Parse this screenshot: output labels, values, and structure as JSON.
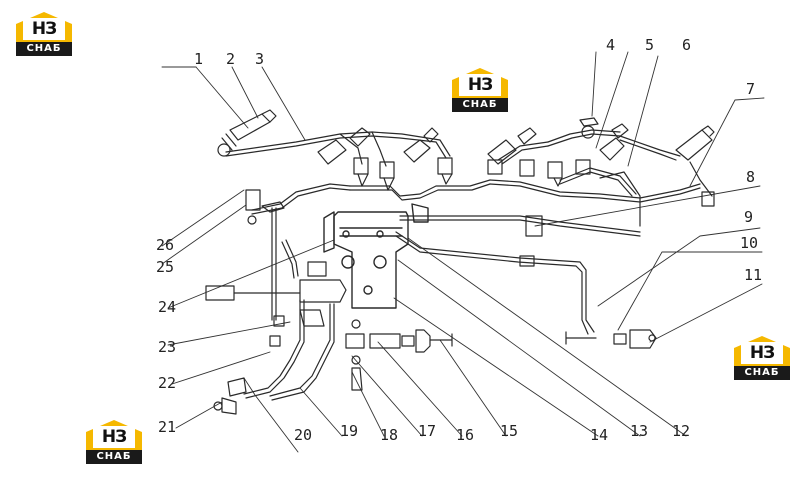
{
  "logo": {
    "mark": "НЗ",
    "caption": "СНАБ",
    "accent": "#f5b800",
    "dark": "#1a1a1a"
  },
  "callouts": [
    {
      "id": "c1",
      "label": "1"
    },
    {
      "id": "c2",
      "label": "2"
    },
    {
      "id": "c3",
      "label": "3"
    },
    {
      "id": "c4",
      "label": "4"
    },
    {
      "id": "c5",
      "label": "5"
    },
    {
      "id": "c6",
      "label": "6"
    },
    {
      "id": "c7",
      "label": "7"
    },
    {
      "id": "c8",
      "label": "8"
    },
    {
      "id": "c9",
      "label": "9"
    },
    {
      "id": "c10",
      "label": "10"
    },
    {
      "id": "c11",
      "label": "11"
    },
    {
      "id": "c12",
      "label": "12"
    },
    {
      "id": "c13",
      "label": "13"
    },
    {
      "id": "c14",
      "label": "14"
    },
    {
      "id": "c15",
      "label": "15"
    },
    {
      "id": "c16",
      "label": "16"
    },
    {
      "id": "c17",
      "label": "17"
    },
    {
      "id": "c18",
      "label": "18"
    },
    {
      "id": "c19",
      "label": "19"
    },
    {
      "id": "c20",
      "label": "20"
    },
    {
      "id": "c21",
      "label": "21"
    },
    {
      "id": "c22",
      "label": "22"
    },
    {
      "id": "c23",
      "label": "23"
    },
    {
      "id": "c24",
      "label": "24"
    },
    {
      "id": "c25",
      "label": "25"
    },
    {
      "id": "c26",
      "label": "26"
    }
  ]
}
